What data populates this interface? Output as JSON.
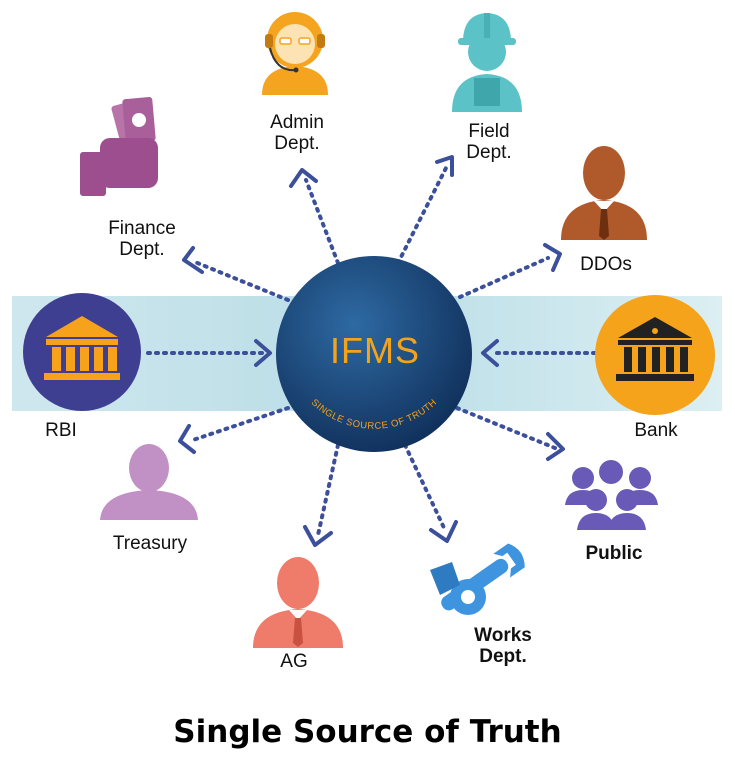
{
  "center": {
    "title": "IFMS",
    "tagline": "SINGLE SOURCE OF TRUTH"
  },
  "nodes": {
    "admin": {
      "label": "Admin\nDept.",
      "icon": "call-center-operator-icon",
      "color": "#f4a41f"
    },
    "field": {
      "label": "Field\nDept.",
      "icon": "construction-worker-icon",
      "color": "#5bc3c7"
    },
    "finance": {
      "label": "Finance\nDept.",
      "icon": "hand-holding-money-icon",
      "color": "#9c4e8e"
    },
    "ddos": {
      "label": "DDOs",
      "icon": "businessman-icon",
      "color": "#b05a2c"
    },
    "rbi": {
      "label": "RBI",
      "icon": "bank-building-icon",
      "color": "#3f3f92"
    },
    "bank": {
      "label": "Bank",
      "icon": "bank-building-icon",
      "color": "#f5a31a"
    },
    "treasury": {
      "label": "Treasury",
      "icon": "person-icon",
      "color": "#c190c5"
    },
    "public": {
      "label": "Public",
      "icon": "people-group-icon",
      "color": "#6a5ab8"
    },
    "ag": {
      "label": "AG",
      "icon": "businessman-icon",
      "color": "#ef7b6a"
    },
    "works": {
      "label": "Works\nDept.",
      "icon": "wrench-gear-icon",
      "color": "#3e94df"
    }
  },
  "footer": {
    "title": "Single Source of Truth"
  },
  "colors": {
    "arrow": "#3c4f9a",
    "band": "#d4eaf0",
    "center_dark": "#102f5a",
    "center_light": "#2e6aa3"
  }
}
